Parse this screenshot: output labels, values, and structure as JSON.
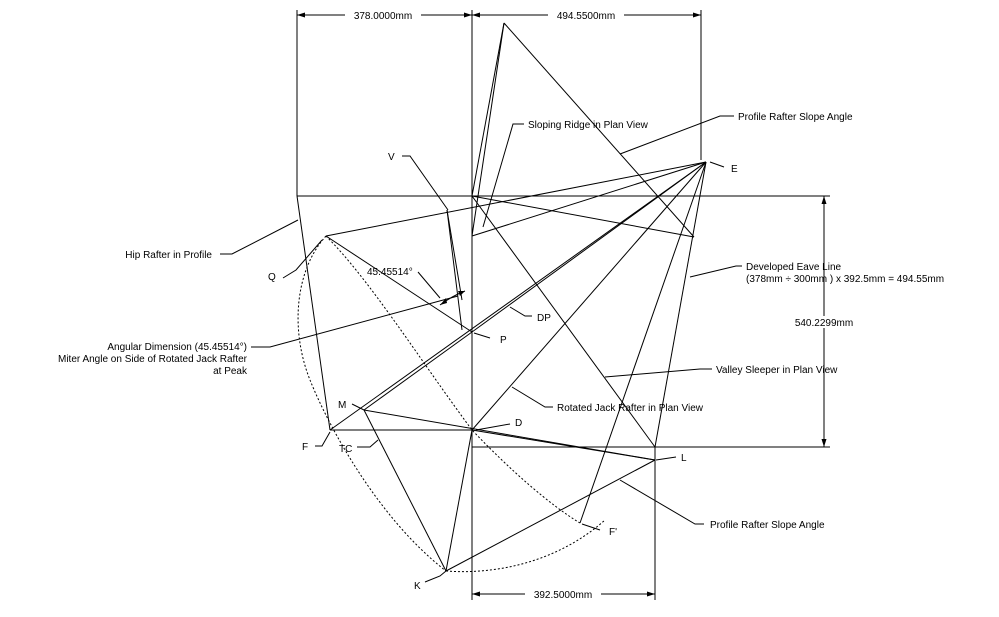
{
  "points": {
    "V": "V",
    "E": "E",
    "Q": "Q",
    "P": "P",
    "DP": "DP",
    "M": "M",
    "F": "F",
    "TC": "TC",
    "D": "D",
    "L": "L",
    "F_prime": "F'",
    "K": "K"
  },
  "dimensions": {
    "top_left": "378.0000mm",
    "top_right": "494.5500mm",
    "bottom": "392.5000mm",
    "right_vertical": "540.2299mm"
  },
  "callouts": {
    "sloping_ridge": "Sloping Ridge in Plan View",
    "profile_slope_top": "Profile Rafter Slope Angle",
    "hip_profile": "Hip Rafter in Profile",
    "developed_eave_line1": "Developed Eave Line",
    "developed_eave_line2": "(378mm ÷ 300mm ) x 392.5mm = 494.55mm",
    "angle_value": "45.45514°",
    "angular_dim_line1": "Angular Dimension (45.45514°)",
    "angular_dim_line2": "Miter Angle on Side of Rotated Jack Rafter",
    "angular_dim_line3": "at Peak",
    "valley_sleeper": "Valley Sleeper in Plan View",
    "rotated_jack": "Rotated Jack Rafter in Plan View",
    "profile_slope_bottom": "Profile Rafter Slope Angle"
  }
}
